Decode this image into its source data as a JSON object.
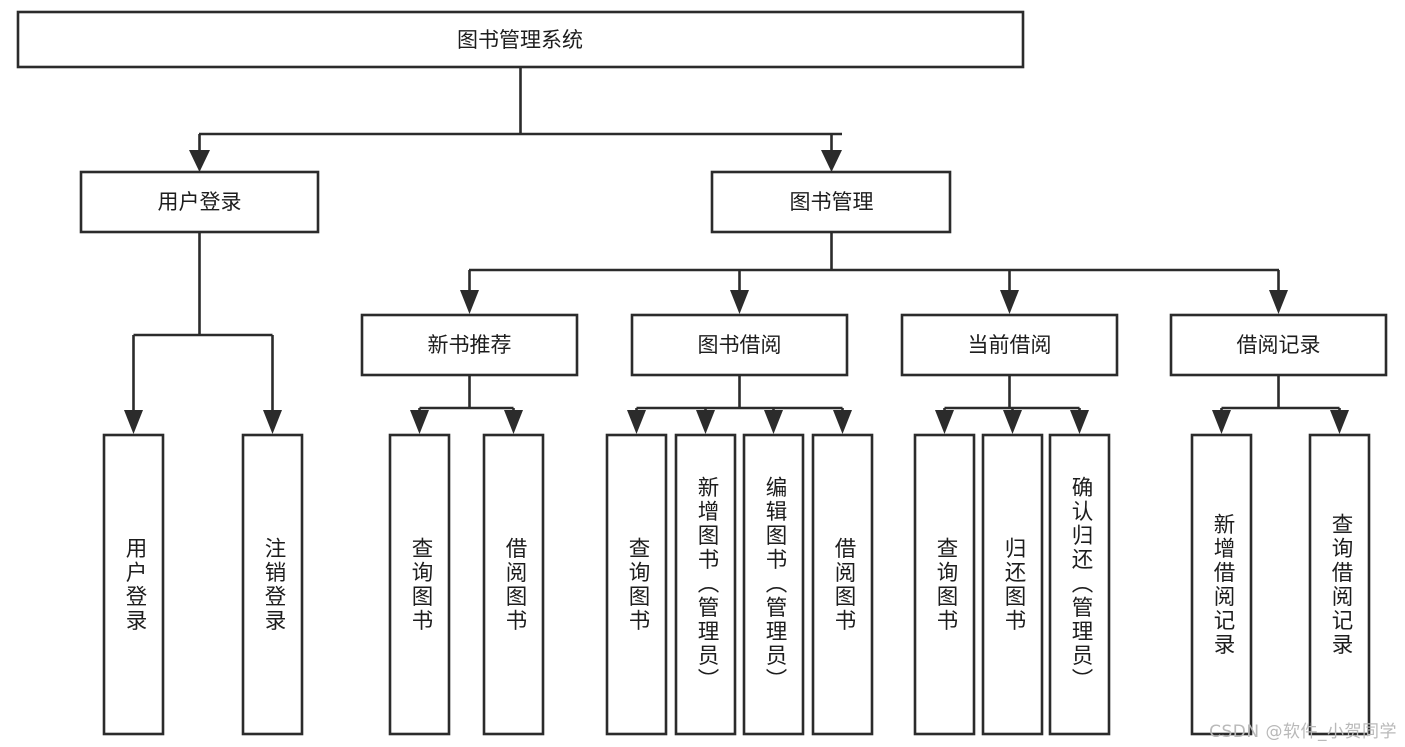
{
  "diagram": {
    "title": "图书管理系统",
    "type": "tree",
    "background_color": "#ffffff",
    "line_color": "#2b2b2b",
    "text_color": "#1d1d1d",
    "watermark": "CSDN @软件_小贺同学",
    "root": {
      "label": "图书管理系统"
    },
    "level2": [
      {
        "label": "用户登录"
      },
      {
        "label": "图书管理"
      }
    ],
    "level3": [
      {
        "label": "新书推荐"
      },
      {
        "label": "图书借阅"
      },
      {
        "label": "当前借阅"
      },
      {
        "label": "借阅记录"
      }
    ],
    "leaves": {
      "user_login": [
        {
          "label": "用户登录"
        },
        {
          "label": "注销登录"
        }
      ],
      "new_book_recommend": [
        {
          "label": "查询图书"
        },
        {
          "label": "借阅图书"
        }
      ],
      "book_borrow": [
        {
          "label": "查询图书"
        },
        {
          "label": "新增图书（管理员）"
        },
        {
          "label": "编辑图书（管理员）"
        },
        {
          "label": "借阅图书"
        }
      ],
      "current_borrow": [
        {
          "label": "查询图书"
        },
        {
          "label": "归还图书"
        },
        {
          "label": "确认归还（管理员）"
        }
      ],
      "borrow_record": [
        {
          "label": "新增借阅记录"
        },
        {
          "label": "查询借阅记录"
        }
      ]
    }
  }
}
